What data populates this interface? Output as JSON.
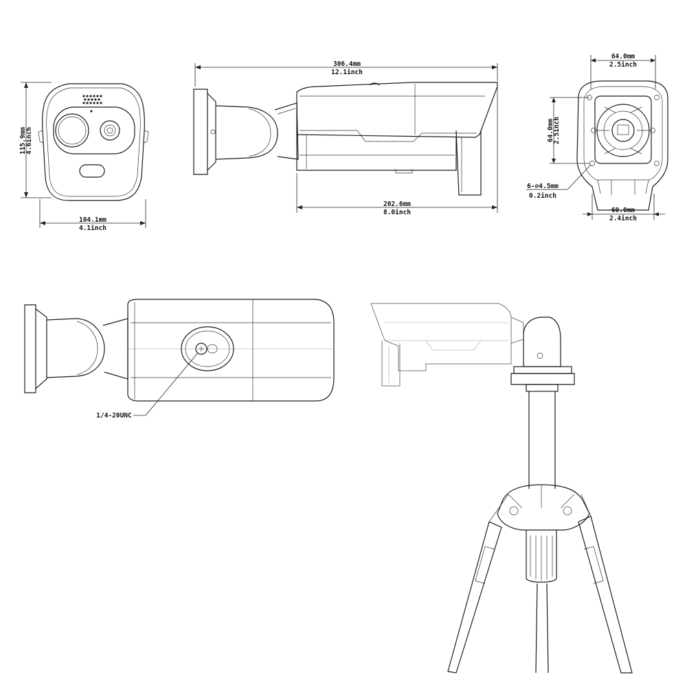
{
  "front_view": {
    "width_mm": "104.1mm",
    "width_inch": "4.1inch",
    "height_mm": "115.9mm",
    "height_inch": "4.6inch"
  },
  "side_view": {
    "total_length_mm": "306.4mm",
    "total_length_inch": "12.1inch",
    "body_length_mm": "202.6mm",
    "body_length_inch": "8.0inch"
  },
  "rear_view": {
    "top_width_mm": "64.0mm",
    "top_width_inch": "2.5inch",
    "side_height_mm": "64.0mm",
    "side_height_inch": "2.5inch",
    "hole_label": "6-∅4.5mm",
    "hole_inch": "0.2inch",
    "bottom_width_mm": "60.0mm",
    "bottom_width_inch": "2.4inch"
  },
  "bottom_view": {
    "thread_label": "1/4-20UNC"
  }
}
